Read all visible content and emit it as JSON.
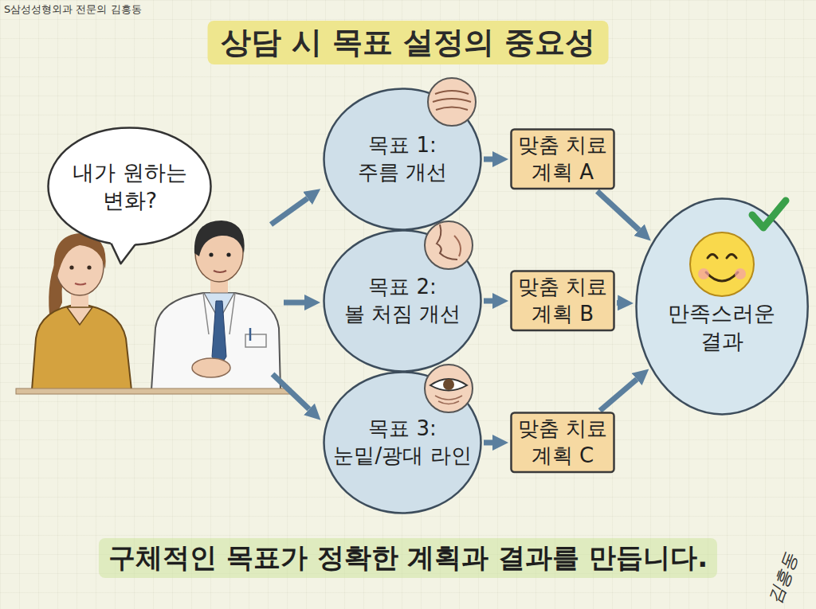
{
  "diagram": {
    "title": "상담 시 목표 설정의 중요성",
    "caption": "구체적인 목표가 정확한 계획과 결과를 만듭니다.",
    "nodes": [
      {
        "text": [
          "내가 원하는 변화?"
        ]
      },
      {
        "text": [
          "목표 1:",
          "주름 개선"
        ]
      },
      {
        "text": [
          "맞춤 치료 계획 A"
        ]
      },
      {
        "text": [
          "목표 2:",
          "볼 처짐 개선"
        ]
      },
      {
        "text": [
          "맞춤 치료 계획 B"
        ]
      },
      {
        "text": [
          "목표 3:",
          "눈밑/광대 라인"
        ]
      },
      {
        "text": [
          "맞춤 치료 계획 C"
        ]
      },
      {
        "text": [
          "만족스러운 결과"
        ]
      }
    ],
    "edges": [
      {
        "from": 1,
        "to": 2,
        "arrow": "to"
      },
      {
        "from": 3,
        "to": 4,
        "arrow": "to"
      },
      {
        "from": 5,
        "to": 6,
        "arrow": "to"
      },
      {
        "from": 2,
        "to": 7,
        "arrow": "to"
      },
      {
        "from": 4,
        "to": 7,
        "arrow": "to"
      },
      {
        "from": 6,
        "to": 7,
        "arrow": "to"
      }
    ],
    "labels": [
      "S삼성성형외과 전문의 김흥동",
      "김흥동"
    ]
  }
}
